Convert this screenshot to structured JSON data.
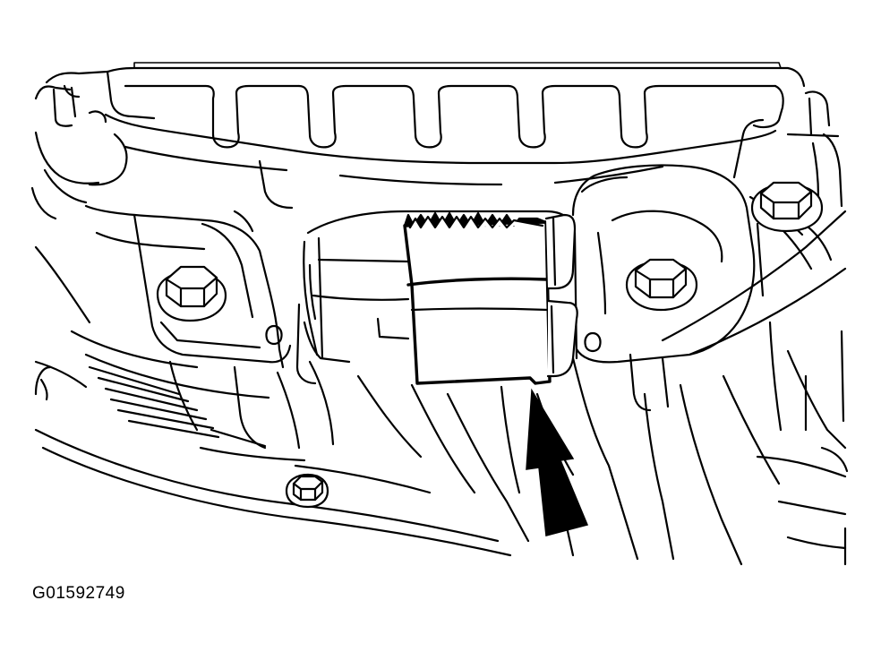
{
  "figure": {
    "id_label": "G01592749",
    "description_hidden": ""
  },
  "components": {
    "arrow": "pointer-arrow-icon",
    "bolts": [
      "hex-bolt-left",
      "hex-bolt-center",
      "hex-bolt-right-top",
      "hex-bolt-bottom"
    ],
    "mount": "transmission-mount-block"
  },
  "colors": {
    "line": "#000000",
    "background": "#ffffff"
  }
}
